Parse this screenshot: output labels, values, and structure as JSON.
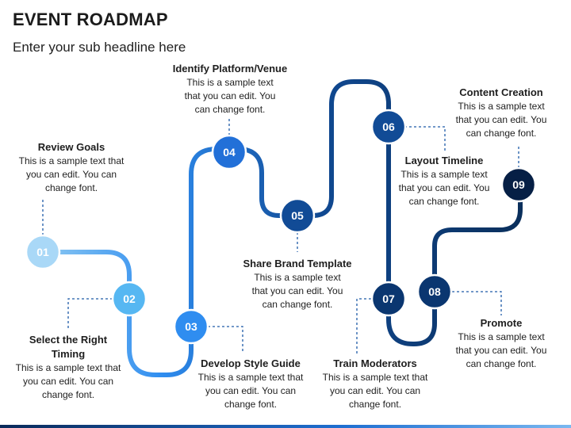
{
  "title": "EVENT ROADMAP",
  "subtitle": "Enter your sub headline here",
  "colors": {
    "road": "#0a2f5c",
    "node_01": "#a9d8f7",
    "node_02": "#56b7f2",
    "node_03": "#2f8df0",
    "node_04": "#2270d8",
    "node_05": "#114b96",
    "node_06": "#114b96",
    "node_07": "#0a3670",
    "node_08": "#0a3670",
    "node_09": "#061f45"
  },
  "steps": [
    {
      "num": "01",
      "heading": "Review Goals",
      "body": "This is a sample text that you can edit. You can change font."
    },
    {
      "num": "02",
      "heading": "Select the Right Timing",
      "body": "This is a sample text that you can edit. You can change font."
    },
    {
      "num": "03",
      "heading": "Develop Style Guide",
      "body": "This is a sample text that you can edit. You can change font."
    },
    {
      "num": "04",
      "heading": "Identify Platform/Venue",
      "body": "This is a sample text that you can edit. You can change font."
    },
    {
      "num": "05",
      "heading": "Share Brand Template",
      "body": "This is a sample text that you can edit. You can change font."
    },
    {
      "num": "06",
      "heading": "Layout Timeline",
      "body": "This is a sample text that you can edit. You can change font."
    },
    {
      "num": "07",
      "heading": "Train Moderators",
      "body": "This is a sample text that you can edit. You can change font."
    },
    {
      "num": "08",
      "heading": "Promote",
      "body": "This is a sample text that you can edit. You can change font."
    },
    {
      "num": "09",
      "heading": "Content Creation",
      "body": "This is a sample text that you can edit. You can change font."
    }
  ]
}
